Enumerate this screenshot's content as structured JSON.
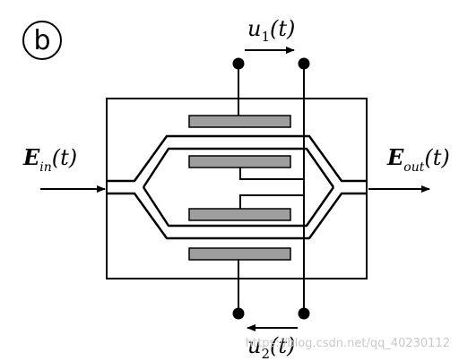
{
  "panel_label": "b",
  "signals": {
    "u1": {
      "base": "u",
      "sub": "1",
      "arg": "(t)"
    },
    "u2": {
      "base": "u",
      "sub": "2",
      "arg": "(t)"
    },
    "e_in": {
      "base": "E",
      "sub": "in",
      "arg": "(t)"
    },
    "e_out": {
      "base": "E",
      "sub": "out",
      "arg": "(t)"
    }
  },
  "watermark": "https://blog.csdn.net/qq_40230112",
  "colors": {
    "stroke": "#000000",
    "electrode_fill": "#9e9e9e",
    "background": "#ffffff"
  }
}
